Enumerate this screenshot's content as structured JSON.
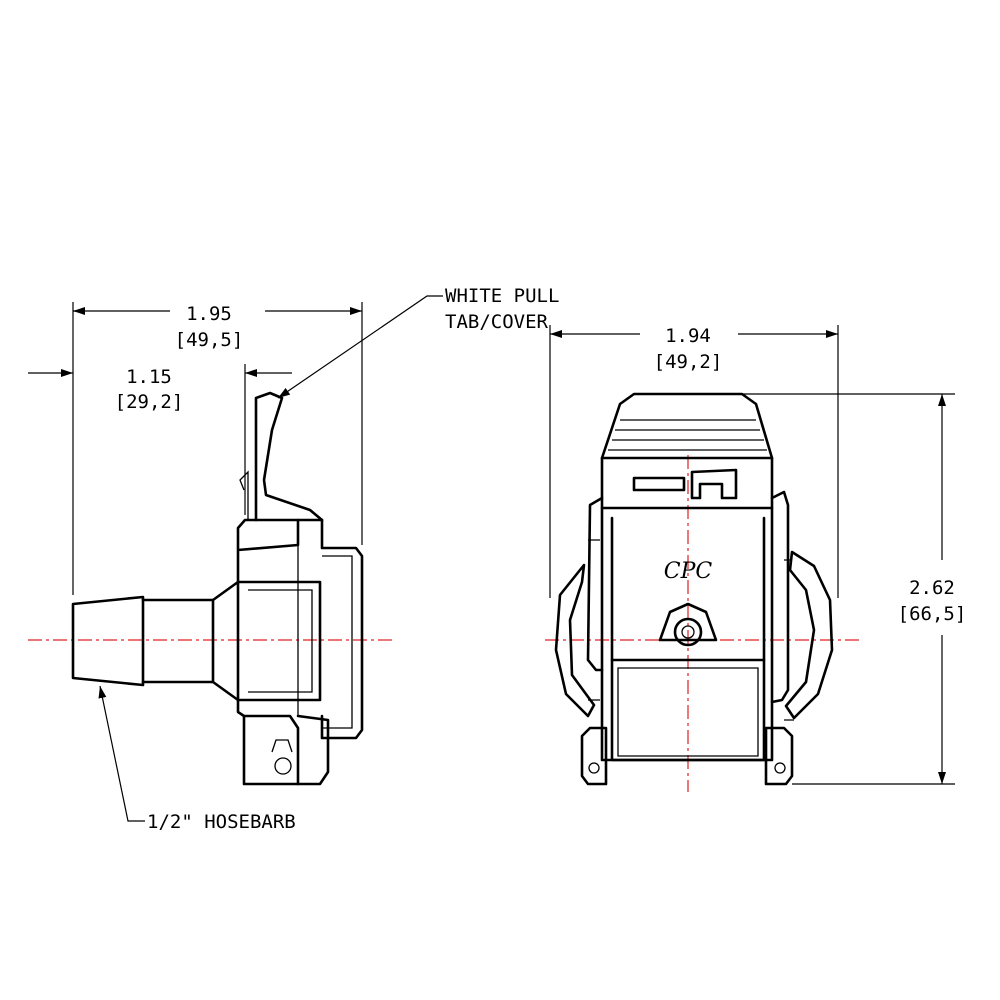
{
  "colors": {
    "line": "#000000",
    "centerline": "#e02020",
    "background": "#ffffff"
  },
  "side_view": {
    "overall_width": {
      "inch": "1.95",
      "mm": "[49,5]"
    },
    "flange_offset": {
      "inch": "1.15",
      "mm": "[29,2]"
    },
    "callout_tab": {
      "line1": "WHITE PULL",
      "line2": "TAB/COVER"
    },
    "callout_barb": "1/2\" HOSEBARB"
  },
  "front_view": {
    "width": {
      "inch": "1.94",
      "mm": "[49,2]"
    },
    "height": {
      "inch": "2.62",
      "mm": "[66,5]"
    },
    "logo": "CPC"
  }
}
